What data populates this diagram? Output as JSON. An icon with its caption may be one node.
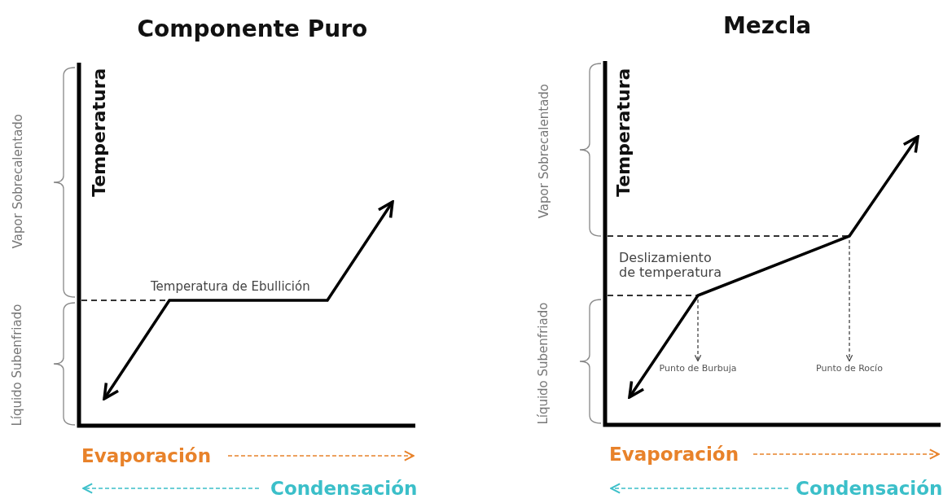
{
  "diagram": {
    "nodes": [
      {
        "text": [
          "Punto de Burbuja"
        ]
      },
      {
        "text": [
          "Punto de Rocío"
        ]
      }
    ],
    "edges": [
      {
        "from": null,
        "to": 0,
        "arrow": "to",
        "style": "dashed"
      },
      {
        "from": null,
        "to": 1,
        "arrow": "to",
        "style": "dashed"
      }
    ],
    "labels": [
      "Componente Puro",
      "Mezcla",
      "Vapor Sobrecalentado",
      "Temperatura",
      "Temperatura de Ebullición",
      "Líquido Subenfriado",
      "Evaporación",
      "Condensación",
      "Vapor Sobrecalentado",
      "Temperatura",
      "Deslizamiento de temperatura",
      "Líquido Subenfriado",
      "Evaporación",
      "Condensación"
    ]
  }
}
